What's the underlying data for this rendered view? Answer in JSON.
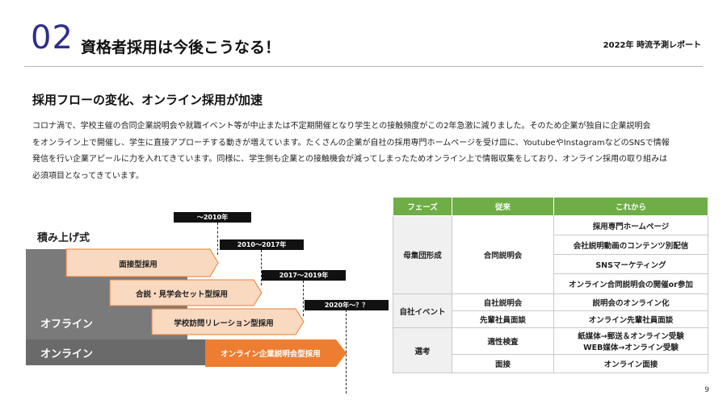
{
  "header": {
    "number": "02",
    "title": "資格者採用は今後こうなる！",
    "report_label": "2022年 時流予測レポート"
  },
  "section": {
    "title": "採用フローの変化、オンライン採用が加速",
    "body_lines": [
      "コロナ渦で、学校主催の合同企業説明会や就職イベント等が中止または不定期開催となり学生との接触頻度がこの2年急激に減りました。そのため企業が独自に企業説明会",
      "をオンライン上で開催し、学生に直接アプローチする動きが増えています。たくさんの企業が自社の採用専門ホームページを受け皿に、YoutubeやInstagramなどのSNSで情報",
      "発信を行い企業アピールに力を入れてきています。同様に、学生側も企業との接触機会が減ってしまったためオンライン上で情報収集をしており、オンライン採用の取り組みは",
      "必須項目となってきています。"
    ]
  },
  "diagram": {
    "stack_label": "積み上げ式",
    "offline_label": "オフライン",
    "online_label": "オンライン",
    "eras": [
      "～2010年",
      "2010～2017年",
      "2017～2019年",
      "2020年～？？"
    ],
    "arrows": [
      "面接型採用",
      "合説・見学会セット型採用",
      "学校訪問リレーション型採用",
      "オンライン企業説明会型採用"
    ],
    "colors": {
      "band_gray": "#7a7a7a",
      "arrow_light": "#fad9c1",
      "arrow_orange": "#ed7d31",
      "era_black": "#111111"
    }
  },
  "table": {
    "headers": [
      "フェーズ",
      "従来",
      "これから"
    ],
    "header_color": "#6fad47",
    "groups": {
      "boshu": "母集団形成",
      "jisha": "自社イベント",
      "senko": "選考"
    },
    "cells": {
      "gousetsu": "合同説明会",
      "future_1": "採用専門ホームページ",
      "future_2": "会社説明動画のコンテンツ別配信",
      "future_3": "SNSマーケティング",
      "future_4": "オンライン合同説明会の開催or参加",
      "jisha_setsumei": "自社説明会",
      "jisha_online": "説明会のオンライン化",
      "senpai": "先輩社員面談",
      "senpai_online": "オンライン先輩社員面談",
      "tekisei": "適性検査",
      "tekisei_future_1": "紙媒体→郵送＆オンライン受験",
      "tekisei_future_2": "WEB媒体→オンライン受験",
      "mensetsu": "面接",
      "mensetsu_online": "オンライン面接"
    }
  },
  "page_number": "9"
}
